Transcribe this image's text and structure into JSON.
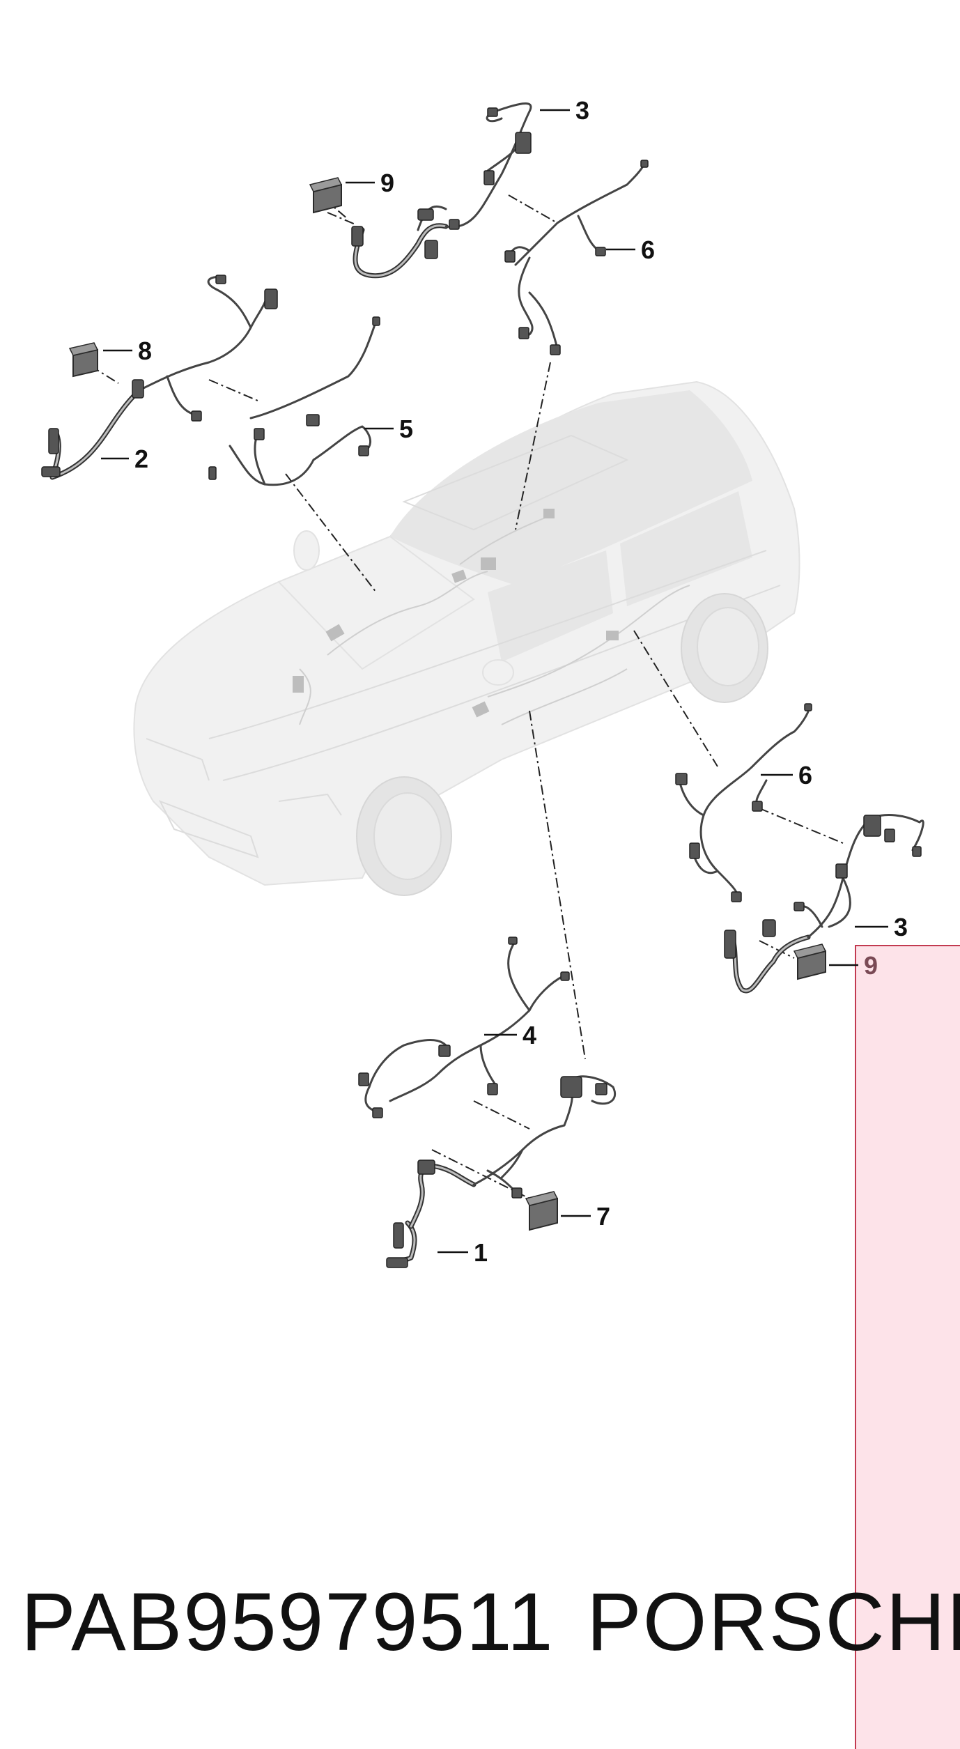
{
  "diagram": {
    "callouts": [
      {
        "id": "callout-3-top",
        "label": "3"
      },
      {
        "id": "callout-9-top",
        "label": "9"
      },
      {
        "id": "callout-6-top",
        "label": "6"
      },
      {
        "id": "callout-8",
        "label": "8"
      },
      {
        "id": "callout-5",
        "label": "5"
      },
      {
        "id": "callout-2",
        "label": "2"
      },
      {
        "id": "callout-6-right",
        "label": "6"
      },
      {
        "id": "callout-3-right",
        "label": "3"
      },
      {
        "id": "callout-9-right",
        "label": "9"
      },
      {
        "id": "callout-4",
        "label": "4"
      },
      {
        "id": "callout-7",
        "label": "7"
      },
      {
        "id": "callout-1",
        "label": "1"
      }
    ]
  },
  "footer": {
    "part_number": "PAB95979511",
    "brand": "PORSCHE"
  },
  "colors": {
    "highlight_fill": "#fde3e9",
    "highlight_border": "#c23a50",
    "text": "#111111"
  }
}
